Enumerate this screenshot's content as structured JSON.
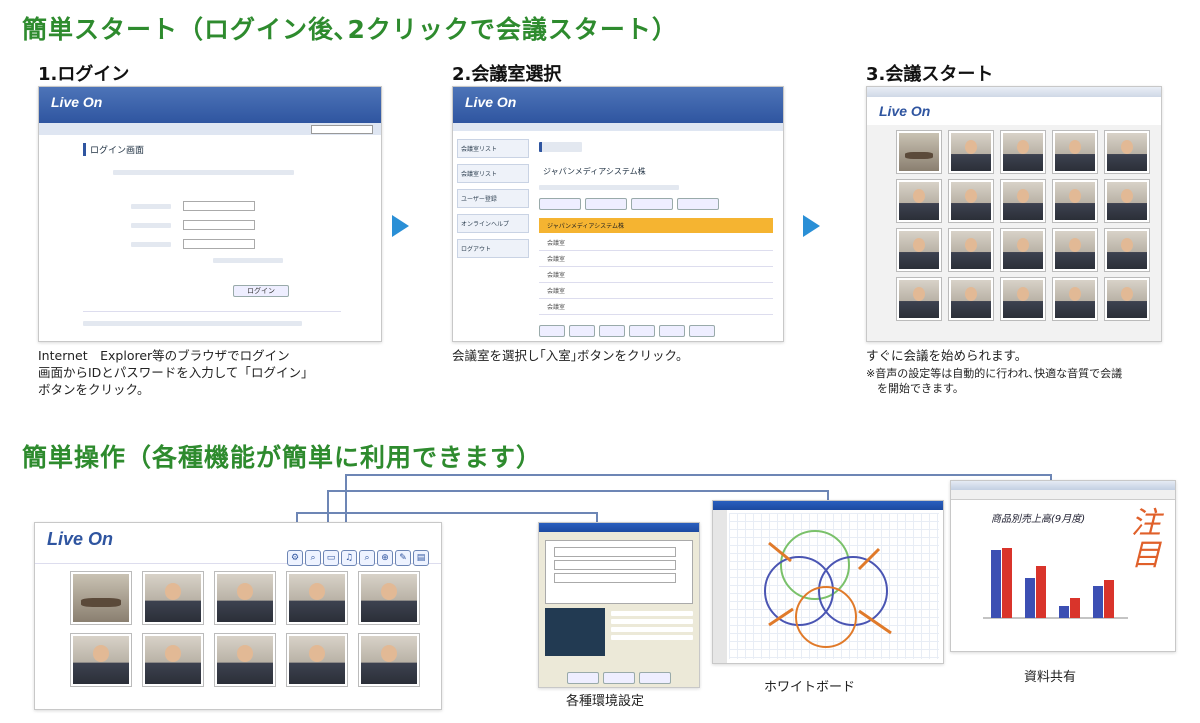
{
  "section1": {
    "heading": "簡単スタート（ログイン後､2クリックで会議スタート）",
    "steps": [
      {
        "title": "1.ログイン",
        "caption": "Internet　Explorer等のブラウザでログイン\n画面からIDとパスワードを入力して「ログイン」\nボタンをクリック。",
        "screen": {
          "logo": "Live On",
          "panel_title": "ログイン画面",
          "button": "ログイン"
        }
      },
      {
        "title": "2.会議室選択",
        "caption": "会議室を選択し｢入室｣ボタンをクリック。",
        "screen": {
          "logo": "Live On",
          "menu": [
            "会議室リスト",
            "会議室リスト",
            "ユーザー登録",
            "オンラインヘルプ",
            "ログアウト"
          ],
          "room_name": "ジャパンメディアシステム株",
          "rows": [
            "ジャパンメディアシステム株",
            "会議室",
            "会議室",
            "会議室",
            "会議室",
            "会議室"
          ]
        }
      },
      {
        "title": "3.会議スタート",
        "caption": "すぐに会議を始められます。",
        "note": "※音声の設定等は自動的に行われ､快適な音質で会議\n　を開始できます。",
        "screen": {
          "logo": "Live On"
        }
      }
    ]
  },
  "section2": {
    "heading": "簡単操作（各種機能が簡単に利用できます）",
    "main_screen": {
      "logo": "Live On"
    },
    "features": [
      {
        "label": "各種環境設定"
      },
      {
        "label": "ホワイトボード"
      },
      {
        "label": "資料共有",
        "chart_title": "商品別売上高(9月度)",
        "annotation": "注目"
      }
    ]
  },
  "colors": {
    "heading": "#2e8b2e",
    "brand_blue": "#2f55a0",
    "arrow": "#2a8fd6",
    "highlight": "#f5b431",
    "red": "#d9342b"
  }
}
